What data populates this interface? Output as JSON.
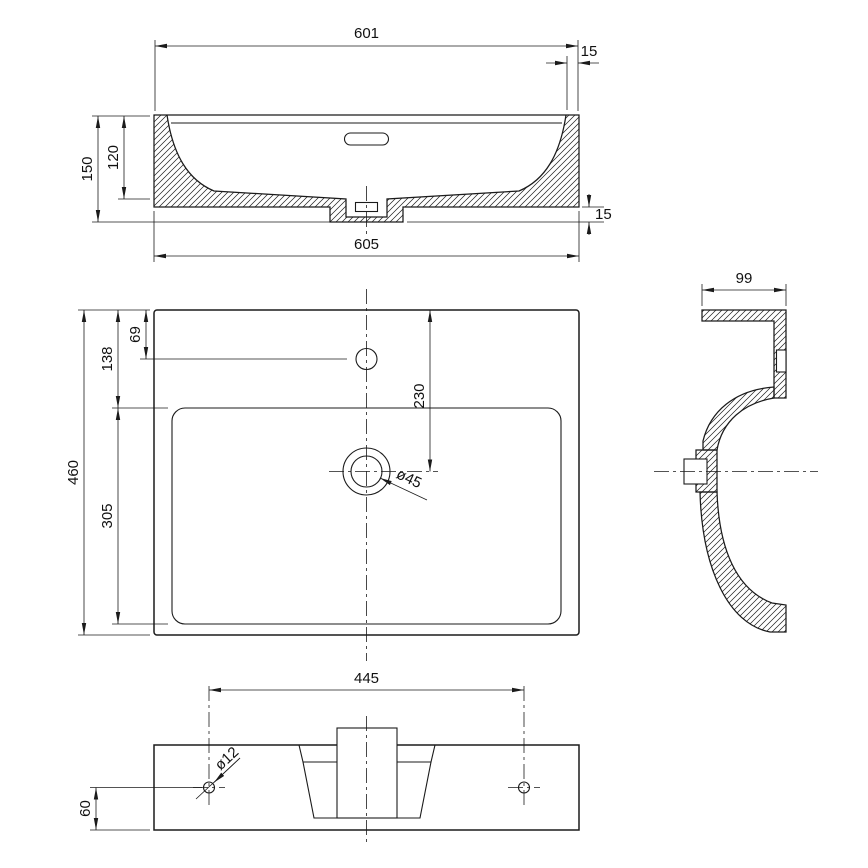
{
  "page": {
    "background": "#ffffff",
    "line_color": "#1b1b1b"
  },
  "drawing": {
    "subject": "wall-hung-washbasin-dimensioned-drawing",
    "views": {
      "front_section": {
        "name": "front section view",
        "dims": {
          "top_width": "601",
          "rim_thickness": "15",
          "overall_height": "150",
          "basin_depth": "120",
          "overall_width": "605",
          "base_height": "15"
        }
      },
      "plan": {
        "name": "plan view",
        "dims": {
          "overall_depth": "460",
          "tap_hole_offset": "69",
          "inner_rim_offset": "138",
          "drain_center_offset": "230",
          "basin_inner_depth": "305",
          "drain_diameter": "ø45"
        }
      },
      "side_section": {
        "name": "side section view",
        "dims": {
          "overall_depth": "99"
        }
      },
      "rear": {
        "name": "rear view",
        "dims": {
          "mounting_hole_spacing": "445",
          "mounting_hole_diameter": "ø12",
          "mounting_hole_height": "60"
        }
      }
    }
  }
}
